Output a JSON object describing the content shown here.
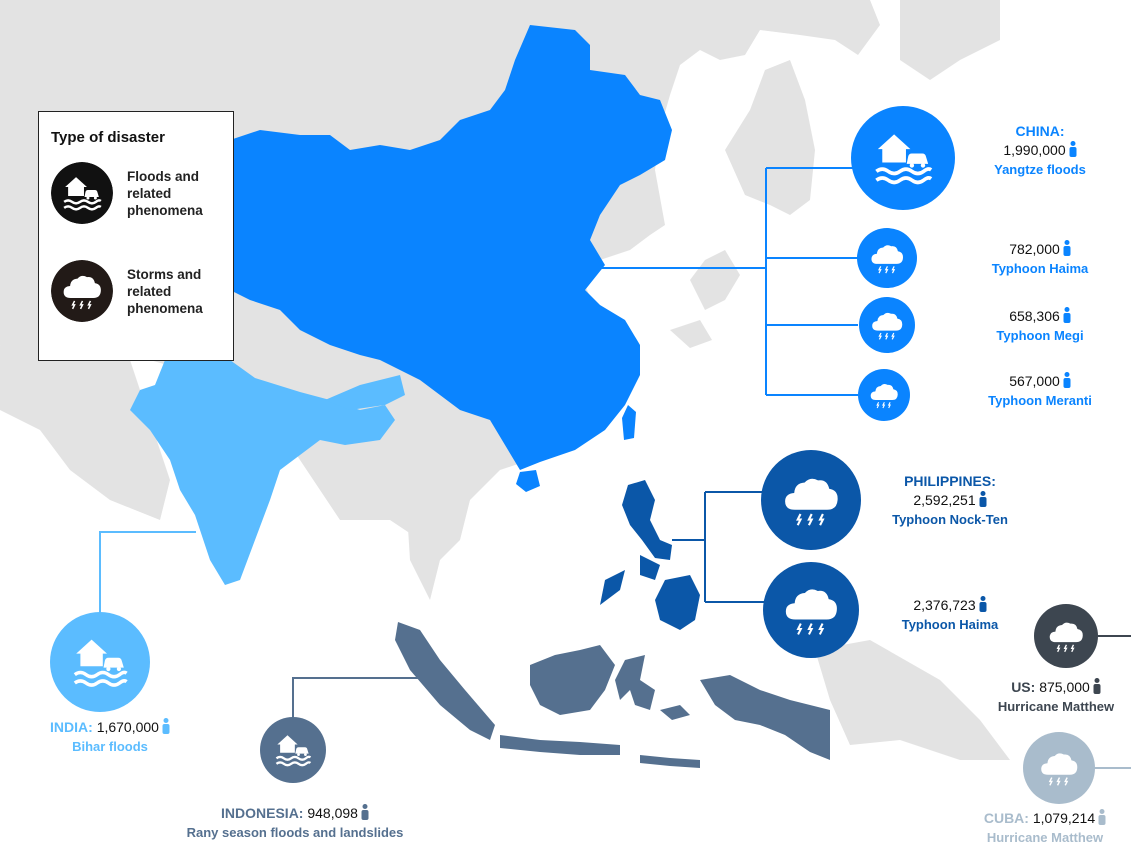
{
  "legend": {
    "title": "Type of disaster",
    "items": [
      {
        "label": "Floods and related phenomena",
        "icon": "flood-icon",
        "color": "#111111"
      },
      {
        "label": "Storms and related phenomena",
        "icon": "storm-icon",
        "color": "#221a17"
      }
    ]
  },
  "colors": {
    "china": "#0a84ff",
    "india": "#5bbcff",
    "philippines": "#0b57a8",
    "indonesia": "#55708f",
    "us": "#3d4650",
    "cuba": "#a9bccc",
    "land": "#e3e3e3",
    "background": "#ffffff"
  },
  "events": {
    "china": {
      "country": "CHINA:",
      "value": "1,990,000",
      "event": "Yangtze floods",
      "type": "flood"
    },
    "china_haima": {
      "value": "782,000",
      "event": "Typhoon Haima",
      "type": "storm"
    },
    "china_megi": {
      "value": "658,306",
      "event": "Typhoon Megi",
      "type": "storm"
    },
    "china_meranti": {
      "value": "567,000",
      "event": "Typhoon Meranti",
      "type": "storm"
    },
    "philippines": {
      "country": "PHILIPPINES:",
      "value": "2,592,251",
      "event": "Typhoon Nock-Ten",
      "type": "storm"
    },
    "philippines_haima": {
      "value": "2,376,723",
      "event": "Typhoon Haima",
      "type": "storm"
    },
    "india": {
      "country": "INDIA:",
      "value": "1,670,000",
      "event": "Bihar floods",
      "type": "flood"
    },
    "indonesia": {
      "country": "INDONESIA:",
      "value": "948,098",
      "event": "Rany season floods and landslides",
      "type": "flood"
    },
    "us": {
      "country": "US:",
      "value": "875,000",
      "event": "Hurricane Matthew",
      "type": "storm"
    },
    "cuba": {
      "country": "CUBA:",
      "value": "1,079,214",
      "event": "Hurricane Matthew",
      "type": "storm"
    }
  }
}
